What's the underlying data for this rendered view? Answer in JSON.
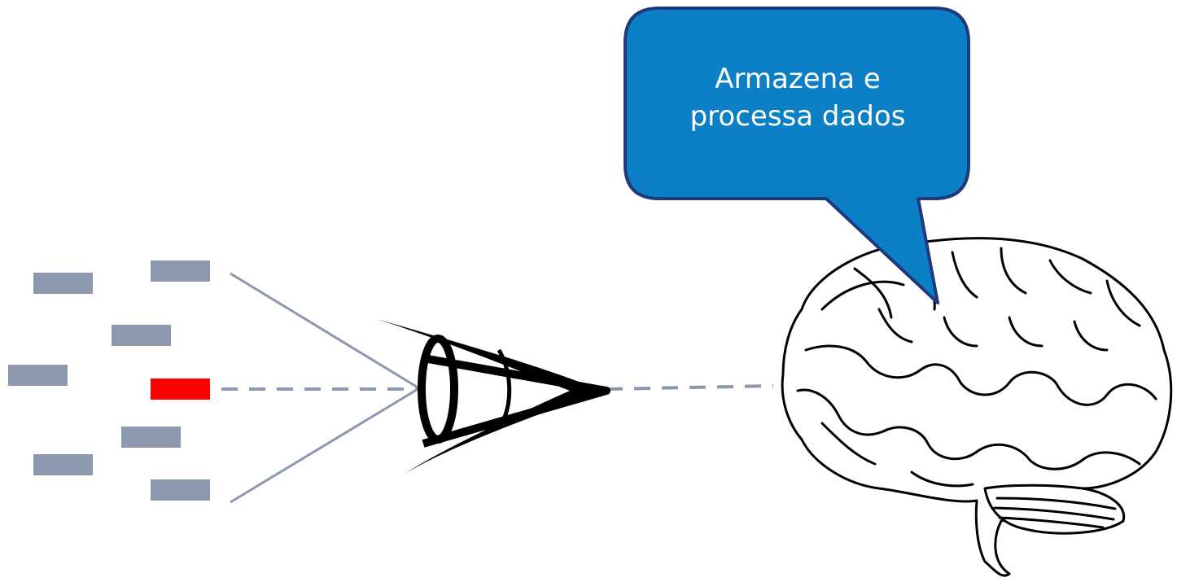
{
  "callout": {
    "line1": "Armazena e",
    "line2": "processa dados",
    "fill_color": "#0b80c6",
    "border_color": "#1f3a7a"
  },
  "stimuli": {
    "color": "#8c98ad",
    "highlight_color": "#ff0000",
    "count": 8
  },
  "icons": [
    "eye-icon",
    "brain-icon"
  ]
}
